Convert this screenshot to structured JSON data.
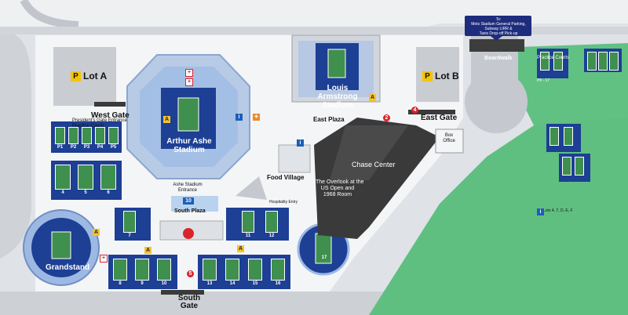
{
  "map": {
    "lots": {
      "lot_a": "Lot A",
      "lot_b": "Lot B",
      "parking_symbol": "P"
    },
    "gates": {
      "west_gate": "West Gate",
      "east_gate": "East Gate",
      "south_gate": "South Gate"
    },
    "west_gate_sub": [
      "President's Gate Entrance",
      "Practice Courts"
    ],
    "stadiums": {
      "ashe": "Arthur Ashe Stadium",
      "armstrong": "Louis Armstrong Stadium",
      "grandstand": "Grandstand"
    },
    "places": {
      "east_plaza": "East Plaza",
      "chase_center": "Chase Center",
      "overlook": [
        "The Overlook at the",
        "US Open and",
        "1968 Room"
      ],
      "food_village": "Food Village",
      "south_plaza": "South Plaza",
      "ashe_entrance": [
        "Ashe Stadium",
        "Entrance"
      ],
      "box_office": [
        "Box",
        "Office"
      ],
      "boardwalk": "Boardwalk",
      "hospitality_entry": "Hospitality Entry",
      "practice_courts_east": "Practice Courts",
      "practice_range": "P6 - 17",
      "lots_east": "Lots 4, 7, D, E, F"
    },
    "callout": {
      "lines": [
        "To:",
        "Mets Stadium General Parking,",
        "Subway",
        "LIRR &",
        "Taxis Drop-off Pick-up"
      ]
    },
    "courts": {
      "practice_west": [
        "P1",
        "P2",
        "P3",
        "P4",
        "P5"
      ],
      "row_4_6": [
        "4",
        "5",
        "6"
      ],
      "c7": "7",
      "c11": "11",
      "c12": "12",
      "c17": "17",
      "south_left": [
        "8",
        "9",
        "10"
      ],
      "south_right": [
        "13",
        "14",
        "15",
        "16"
      ]
    },
    "markers": {
      "lot_b_num": "2",
      "chase_marker": "4",
      "south_plaza_num": "10"
    },
    "colors": {
      "court_blue": "#1d3f94",
      "court_green": "#3f8f4f",
      "grass": "#5fbf80",
      "plaza": "#f4f5f7",
      "building": "#3a3a3a",
      "road": "#c8ccd2",
      "stadium_roof": "#a9c3e8",
      "lot": "#c9ccd1"
    }
  }
}
